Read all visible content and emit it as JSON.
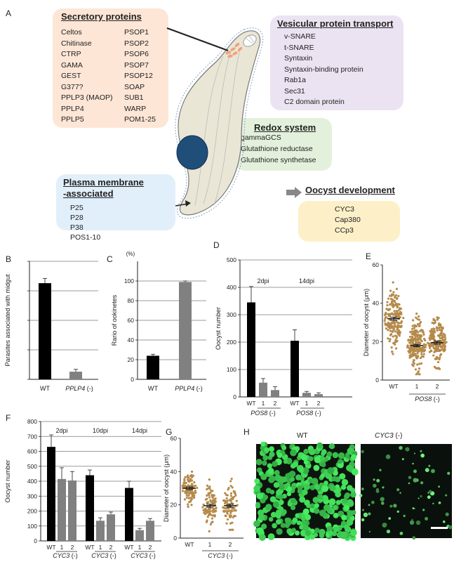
{
  "panels": {
    "A": "A",
    "B": "B",
    "C": "C",
    "D": "D",
    "E": "E",
    "F": "F",
    "G": "G",
    "H": "H"
  },
  "diagram": {
    "secretory": {
      "title": "Secretory proteins",
      "col1": [
        "Celtos",
        "Chitinase",
        "CTRP",
        "GAMA",
        "GEST",
        "G377?",
        "PPLP3 (MAOP)",
        "PPLP4",
        "PPLP5"
      ],
      "col2": [
        "PSOP1",
        "PSOP2",
        "PSOP6",
        "PSOP7",
        "PSOP12",
        "SOAP",
        "SUB1",
        "WARP",
        "POM1-25"
      ]
    },
    "vesicular": {
      "title": "Vesicular protein transport",
      "items": [
        "v-SNARE",
        "t-SNARE",
        "Syntaxin",
        "Syntaxin-binding protein",
        "Rab1a",
        "Sec31",
        "C2 domain protein"
      ]
    },
    "redox": {
      "title": "Redox system",
      "items": [
        "gammaGCS",
        "Glutathione reductase",
        "Glutathione synthetase"
      ]
    },
    "plasma": {
      "title_line1": "Plasma membrane",
      "title_line2": "-associated",
      "items": [
        "P25",
        "P28",
        "P38",
        "POS1-10"
      ]
    },
    "oocyst": {
      "title": "Oocyst development",
      "items": [
        "CYC3",
        "Cap380",
        "CCp3"
      ]
    },
    "colors": {
      "secretory": "#fde6d6",
      "vesicular": "#ece3f2",
      "redox": "#e3f1dc",
      "plasma": "#e1effa",
      "oocyst": "#fdf0c8",
      "cell": "#e9e6d6",
      "nucleus": "#1f4e79"
    }
  },
  "chart_data": [
    {
      "id": "B",
      "type": "bar",
      "categories": [
        "WT",
        "PPLP4 (-)"
      ],
      "values": [
        163,
        13
      ],
      "errors": [
        8,
        4
      ],
      "colors": [
        "#000000",
        "#808080"
      ],
      "ylabel": "Parasites associated with midgut",
      "ylim": [
        0,
        200
      ],
      "yticks": [
        0,
        50,
        100,
        150,
        200
      ],
      "show_tick_labels": false,
      "grid": true,
      "xlabels": [
        {
          "text": "WT"
        },
        {
          "text": "PPLP4",
          "italic": true,
          "suffix": " (-)"
        }
      ]
    },
    {
      "id": "C",
      "type": "bar",
      "categories": [
        "WT",
        "PPLP4 (-)"
      ],
      "values": [
        24,
        99
      ],
      "errors": [
        1.5,
        1
      ],
      "colors": [
        "#000000",
        "#808080"
      ],
      "ylabel": "Rario of ookinetes",
      "yunit": "(%)",
      "ylim": [
        0,
        120
      ],
      "yticks": [
        0,
        20,
        40,
        60,
        80,
        100
      ],
      "show_tick_labels": true,
      "grid": true,
      "xlabels": [
        {
          "text": "WT"
        },
        {
          "text": "PPLP4",
          "italic": true,
          "suffix": " (-)"
        }
      ]
    },
    {
      "id": "D",
      "type": "bar",
      "categories": [
        "WT",
        "1",
        "2",
        "WT",
        "1",
        "2"
      ],
      "values": [
        345,
        52,
        25,
        205,
        15,
        10
      ],
      "errors": [
        58,
        15,
        12,
        40,
        5,
        5
      ],
      "colors": [
        "#000000",
        "#808080",
        "#808080",
        "#000000",
        "#808080",
        "#808080"
      ],
      "ylabel": "Oocyst number",
      "ylim": [
        0,
        500
      ],
      "yticks": [
        0,
        100,
        200,
        300,
        400,
        500
      ],
      "show_tick_labels": true,
      "grid": true,
      "groups": [
        {
          "label": "2dpi",
          "gene": "POS8",
          "suffix": " (-)"
        },
        {
          "label": "14dpi",
          "gene": "POS8",
          "suffix": " (-)"
        }
      ]
    },
    {
      "id": "E",
      "type": "scatter",
      "categories": [
        "WT",
        "1",
        "2"
      ],
      "means": [
        32,
        18,
        19.5
      ],
      "sem": [
        0.8,
        0.6,
        0.8
      ],
      "spread_low": [
        5,
        3,
        3
      ],
      "spread_high": [
        53,
        45,
        42
      ],
      "ylabel": "Diameter of oocyst (μm)",
      "ylim": [
        0,
        60
      ],
      "yticks": [
        0,
        20,
        40,
        60
      ],
      "dot_color": "#b58a4a",
      "xlabel_gene": "POS8",
      "xlabel_suffix": " (-)"
    },
    {
      "id": "F",
      "type": "bar",
      "categories": [
        "WT",
        "1",
        "2",
        "WT",
        "1",
        "2",
        "WT",
        "1",
        "2"
      ],
      "values": [
        630,
        415,
        405,
        440,
        135,
        178,
        355,
        72,
        135
      ],
      "errors": [
        80,
        75,
        60,
        35,
        20,
        15,
        45,
        12,
        15
      ],
      "colors": [
        "#000000",
        "#808080",
        "#808080",
        "#000000",
        "#808080",
        "#808080",
        "#000000",
        "#808080",
        "#808080"
      ],
      "ylabel": "Oocyst number",
      "ylim": [
        0,
        800
      ],
      "yticks": [
        0,
        100,
        200,
        300,
        400,
        500,
        600,
        700,
        800
      ],
      "show_tick_labels": true,
      "grid": true,
      "groups": [
        {
          "label": "2dpi",
          "gene": "CYC3",
          "suffix": " (-)"
        },
        {
          "label": "10dpi",
          "gene": "CYC3",
          "suffix": " (-)"
        },
        {
          "label": "14dpi",
          "gene": "CYC3",
          "suffix": " (-)"
        }
      ]
    },
    {
      "id": "G",
      "type": "scatter",
      "categories": [
        "WT",
        "1",
        "2"
      ],
      "means": [
        30,
        19.5,
        19.5
      ],
      "sem": [
        0.8,
        0.9,
        0.9
      ],
      "spread_low": [
        15,
        2,
        5
      ],
      "spread_high": [
        46,
        42,
        50
      ],
      "ylabel": "Diameter of oocyst (μm)",
      "ylim": [
        0,
        60
      ],
      "yticks": [
        0,
        20,
        40,
        60
      ],
      "dot_color": "#b58a4a",
      "xlabel_gene": "CYC3",
      "xlabel_suffix": " (-)"
    }
  ],
  "images": {
    "wt_label": "WT",
    "ko_gene": "CYC3",
    "ko_suffix": " (-)"
  }
}
